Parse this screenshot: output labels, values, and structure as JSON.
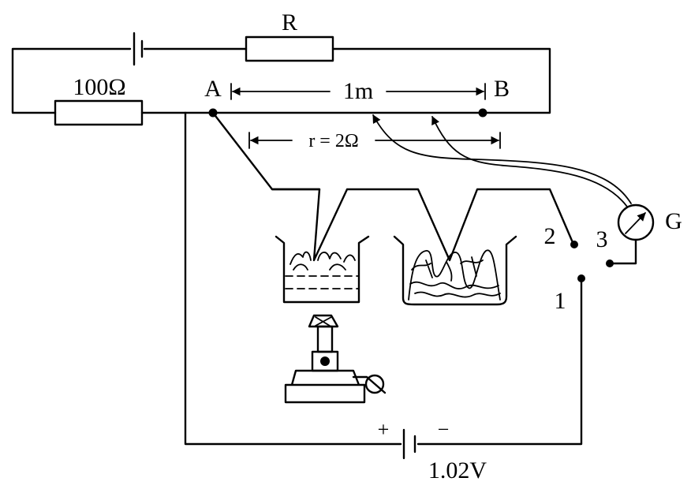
{
  "labels": {
    "resistor_r": "R",
    "resistor_100": "100Ω",
    "point_a": "A",
    "point_b": "B",
    "length": "1m",
    "wire_resistance": "r = 2Ω",
    "galvanometer": "G",
    "terminal_1": "1",
    "terminal_2": "2",
    "terminal_3": "3",
    "plus": "+",
    "minus": "−",
    "battery_voltage": "1.02V"
  }
}
